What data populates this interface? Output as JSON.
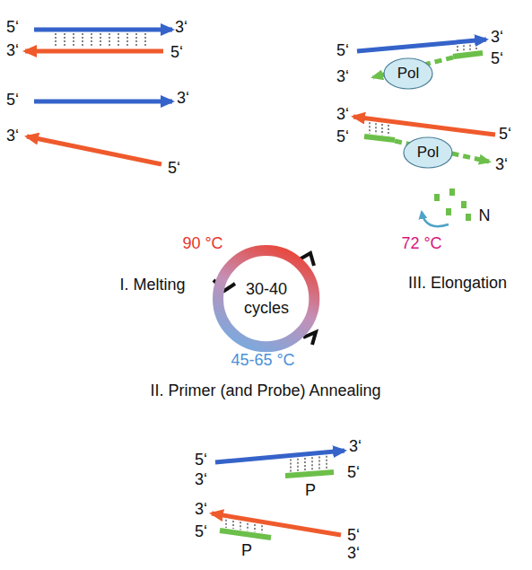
{
  "diagram": {
    "nodes": [
      {
        "text": [
          "Pol"
        ]
      },
      {
        "text": [
          "Pol"
        ]
      },
      {
        "text": [
          "30-40 cycles"
        ]
      }
    ],
    "labels": [
      "5‘",
      "3‘",
      "3‘",
      "5‘",
      "5‘",
      "3‘",
      "3‘",
      "5‘",
      "5‘",
      "3‘",
      "3‘",
      "5‘",
      "3‘",
      "5‘",
      "5‘",
      "3‘",
      "N",
      "90 °C",
      "I. Melting",
      "72 °C",
      "III. Elongation",
      "45-65 °C",
      "II. Primer (and Probe) Annealing",
      "5‘",
      "3‘",
      "3‘",
      "5‘",
      "P",
      "3‘",
      "5‘",
      "5‘",
      "3‘",
      "P"
    ]
  }
}
